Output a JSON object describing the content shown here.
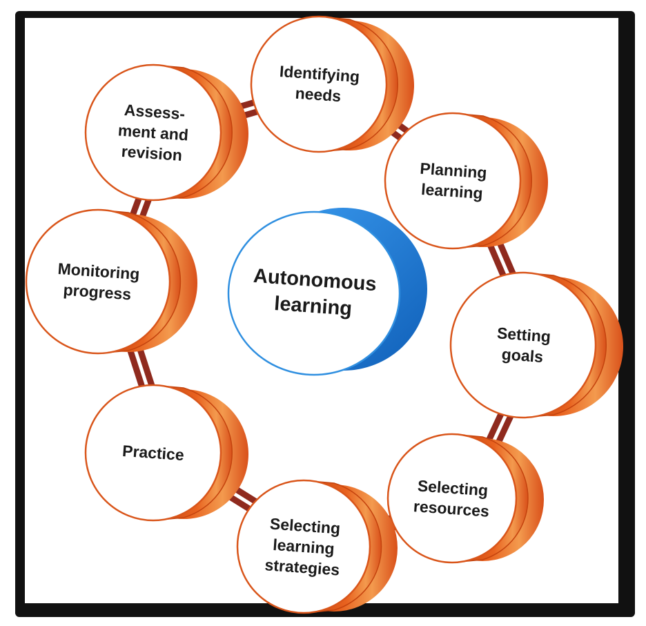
{
  "diagram": {
    "center": {
      "lines": [
        "Autonomous",
        "learning"
      ]
    },
    "nodes": [
      {
        "id": "identifying-needs",
        "lines": [
          "Identifying",
          "needs"
        ]
      },
      {
        "id": "planning-learning",
        "lines": [
          "Planning",
          "learning"
        ]
      },
      {
        "id": "setting-goals",
        "lines": [
          "Setting",
          "goals"
        ]
      },
      {
        "id": "selecting-resources",
        "lines": [
          "Selecting",
          "resources"
        ]
      },
      {
        "id": "selecting-learning-strategies",
        "lines": [
          "Selecting",
          "learning",
          "strategies"
        ]
      },
      {
        "id": "practice",
        "lines": [
          "Practice"
        ]
      },
      {
        "id": "monitoring-progress",
        "lines": [
          "Monitoring",
          "progress"
        ]
      },
      {
        "id": "assessment-and-revision",
        "lines": [
          "Assess-",
          "ment and",
          "revision"
        ]
      }
    ]
  },
  "colors": {
    "node_side": "#e35b1b",
    "node_side_dark": "#c4430e",
    "node_side_light": "#f08a3c",
    "node_face": "#ffffff",
    "node_outline": "#d9551a",
    "center_side": "#1c78d6",
    "center_outline": "#2f8fe0",
    "frame_border": "#0d0d0d",
    "connector": "#8f2a1e"
  }
}
